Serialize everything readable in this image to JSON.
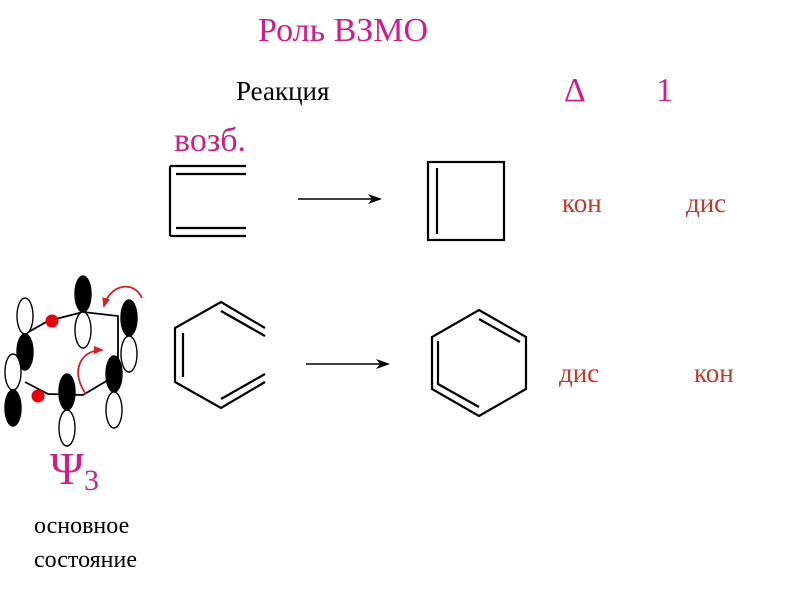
{
  "title": "Роль ВЗМО",
  "reaction_label": "Реакция",
  "column_thermal": "Δ",
  "column_one": "1",
  "excited_label": "возб.",
  "rows": [
    {
      "thermal": "кон",
      "other": "дис"
    },
    {
      "thermal": "дис",
      "other": "кон"
    }
  ],
  "orbital": {
    "psi": "Ψ",
    "index": "3"
  },
  "state_line1": "основное",
  "state_line2": "состояние",
  "colors": {
    "title": "#cc1f8a",
    "answers": "#c0392b",
    "node_dot": "#e8000b",
    "rotation_arrow": "#d61f26",
    "lobe_filled": "#000000"
  }
}
